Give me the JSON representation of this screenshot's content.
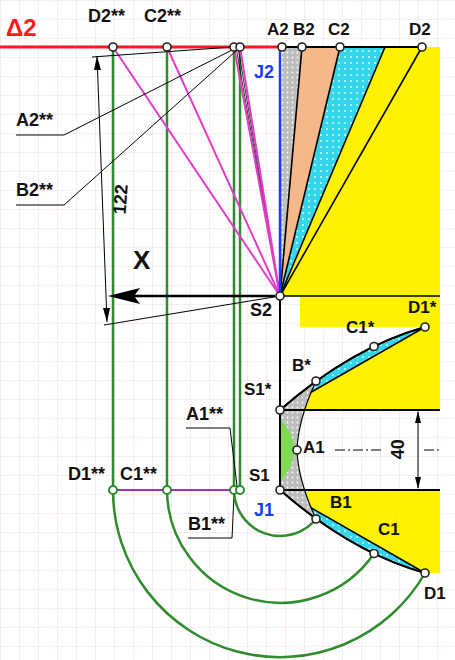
{
  "diagram": {
    "labels": [
      "Δ2",
      "D2**",
      "C2**",
      "A2",
      "B2",
      "C2",
      "D2",
      "A2**",
      "B2**",
      "J2",
      "122",
      "X",
      "S2",
      "D1*",
      "C1*",
      "B*",
      "S1*",
      "A1",
      "40",
      "S1",
      "J1",
      "D1**",
      "C1**",
      "A1**",
      "B1**",
      "B1",
      "C1",
      "D1"
    ]
  }
}
